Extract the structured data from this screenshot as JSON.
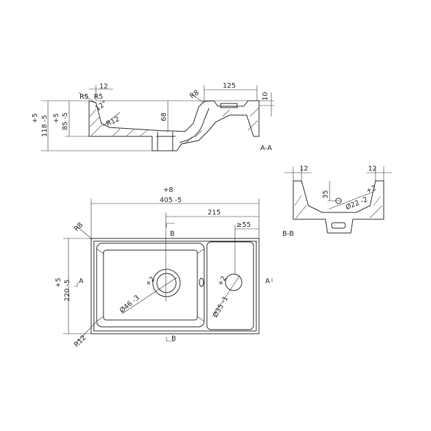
{
  "section_aa": {
    "label": "A-A",
    "dims": {
      "r5_left": "R5",
      "r5_right": "R5",
      "dim_12": "12",
      "angle_12": "12°",
      "r12": "R12",
      "r8": "R8",
      "dim_125": "125",
      "dim_10": "10",
      "dim_68": "68",
      "tol_85_plus": "+5",
      "dim_85": "85 -5",
      "tol_118_plus": "+5",
      "dim_118": "118 -5"
    }
  },
  "section_bb": {
    "label": "B-B",
    "dims": {
      "dim_12_left": "12",
      "dim_12_right": "12",
      "dim_35": "35",
      "dia_22": "Ø22 -2",
      "tol_22_plus": "+2"
    }
  },
  "top_view": {
    "dims": {
      "tol_405_plus": "+8",
      "dim_405": "405 -5",
      "dim_215": "215",
      "dim_55": "≥55",
      "r8": "R8",
      "r12": "R12",
      "tol_220_plus": "+5",
      "dim_220": "220 -5",
      "tol_46_plus": "+2",
      "dia_46": "Ø46 -3",
      "tol_35_plus": "+2",
      "dia_35": "Ø35 -1"
    },
    "cut_labels": {
      "a_left": "A",
      "a_right": "A",
      "b_top": "B",
      "b_bottom": "B"
    }
  }
}
